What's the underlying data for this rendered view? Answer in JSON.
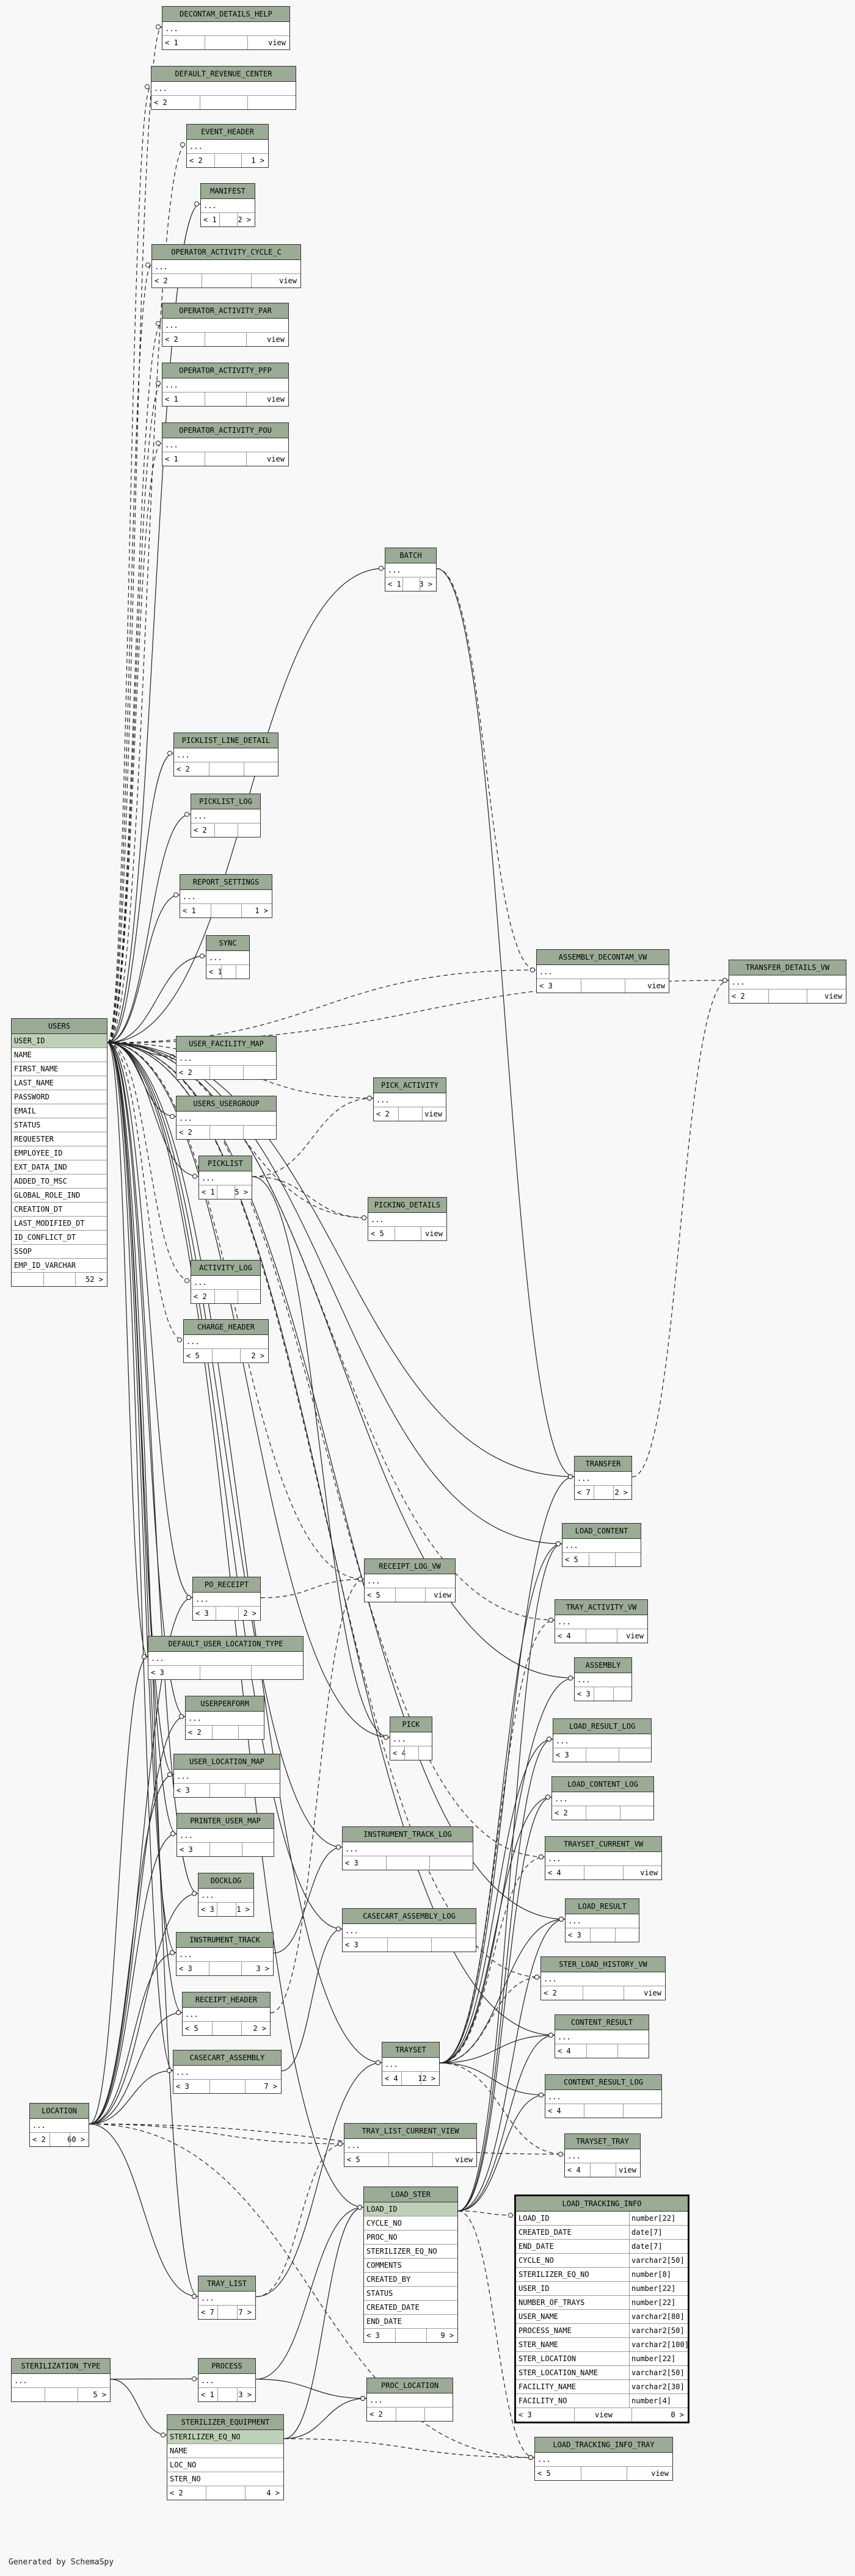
{
  "footer": "Generated by SchemaSpy",
  "tables": [
    {
      "id": "DECONTAM_DETAILS_HELP",
      "name": "DECONTAM_DETAILS_HELP",
      "rows": [
        "..."
      ],
      "left": "< 1",
      "right": "view"
    },
    {
      "id": "DEFAULT_REVENUE_CENTER",
      "name": "DEFAULT_REVENUE_CENTER",
      "rows": [
        "..."
      ],
      "left": "< 2",
      "right": ""
    },
    {
      "id": "EVENT_HEADER",
      "name": "EVENT_HEADER",
      "rows": [
        "..."
      ],
      "left": "< 2",
      "right": "1 >"
    },
    {
      "id": "MANIFEST",
      "name": "MANIFEST",
      "rows": [
        "..."
      ],
      "left": "< 1",
      "right": "2 >"
    },
    {
      "id": "OPERATOR_ACTIVITY_CYCLE_C",
      "name": "OPERATOR_ACTIVITY_CYCLE_C",
      "rows": [
        "..."
      ],
      "left": "< 2",
      "right": "view"
    },
    {
      "id": "OPERATOR_ACTIVITY_PAR",
      "name": "OPERATOR_ACTIVITY_PAR",
      "rows": [
        "..."
      ],
      "left": "< 2",
      "right": "view"
    },
    {
      "id": "OPERATOR_ACTIVITY_PFP",
      "name": "OPERATOR_ACTIVITY_PFP",
      "rows": [
        "..."
      ],
      "left": "< 1",
      "right": "view"
    },
    {
      "id": "OPERATOR_ACTIVITY_POU",
      "name": "OPERATOR_ACTIVITY_POU",
      "rows": [
        "..."
      ],
      "left": "< 1",
      "right": "view"
    },
    {
      "id": "BATCH",
      "name": "BATCH",
      "rows": [
        "..."
      ],
      "left": "< 1",
      "right": "3 >"
    },
    {
      "id": "PICKLIST_LINE_DETAIL",
      "name": "PICKLIST_LINE_DETAIL",
      "rows": [
        "..."
      ],
      "left": "< 2",
      "right": ""
    },
    {
      "id": "PICKLIST_LOG",
      "name": "PICKLIST_LOG",
      "rows": [
        "..."
      ],
      "left": "< 2",
      "right": ""
    },
    {
      "id": "REPORT_SETTINGS",
      "name": "REPORT_SETTINGS",
      "rows": [
        "..."
      ],
      "left": "< 1",
      "right": "1 >"
    },
    {
      "id": "SYNC",
      "name": "SYNC",
      "rows": [
        "..."
      ],
      "left": "< 1",
      "right": ""
    },
    {
      "id": "ASSEMBLY_DECONTAM_VW",
      "name": "ASSEMBLY_DECONTAM_VW",
      "rows": [
        "..."
      ],
      "left": "< 3",
      "right": "view"
    },
    {
      "id": "TRANSFER_DETAILS_VW",
      "name": "TRANSFER_DETAILS_VW",
      "rows": [
        "..."
      ],
      "left": "< 2",
      "right": "view"
    },
    {
      "id": "USERS",
      "name": "USERS",
      "pk": "USER_ID",
      "rows": [
        "NAME",
        "FIRST_NAME",
        "LAST_NAME",
        "PASSWORD",
        "EMAIL",
        "STATUS",
        "REQUESTER",
        "EMPLOYEE_ID",
        "EXT_DATA_IND",
        "ADDED_TO_MSC",
        "GLOBAL_ROLE_IND",
        "CREATION_DT",
        "LAST_MODIFIED_DT",
        "ID_CONFLICT_DT",
        "SSOP",
        "EMP_ID_VARCHAR"
      ],
      "left": "",
      "right": "52 >"
    },
    {
      "id": "USER_FACILITY_MAP",
      "name": "USER_FACILITY_MAP",
      "rows": [
        "..."
      ],
      "left": "< 2",
      "right": ""
    },
    {
      "id": "USERS_USERGROUP",
      "name": "USERS_USERGROUP",
      "rows": [
        "..."
      ],
      "left": "< 2",
      "right": ""
    },
    {
      "id": "PICK_ACTIVITY",
      "name": "PICK_ACTIVITY",
      "rows": [
        "..."
      ],
      "left": "< 2",
      "right": "view"
    },
    {
      "id": "PICKLIST",
      "name": "PICKLIST",
      "rows": [
        "..."
      ],
      "left": "< 1",
      "right": "5 >"
    },
    {
      "id": "PICKING_DETAILS",
      "name": "PICKING_DETAILS",
      "rows": [
        "..."
      ],
      "left": "< 5",
      "right": "view"
    },
    {
      "id": "ACTIVITY_LOG",
      "name": "ACTIVITY_LOG",
      "rows": [
        "..."
      ],
      "left": "< 2",
      "right": ""
    },
    {
      "id": "CHARGE_HEADER",
      "name": "CHARGE_HEADER",
      "rows": [
        "..."
      ],
      "left": "< 5",
      "right": "2 >"
    },
    {
      "id": "TRANSFER",
      "name": "TRANSFER",
      "rows": [
        "..."
      ],
      "left": "< 7",
      "right": "2 >"
    },
    {
      "id": "LOAD_CONTENT",
      "name": "LOAD_CONTENT",
      "rows": [
        "..."
      ],
      "left": "< 5",
      "right": ""
    },
    {
      "id": "RECEIPT_LOG_VW",
      "name": "RECEIPT_LOG_VW",
      "rows": [
        "..."
      ],
      "left": "< 5",
      "right": "view"
    },
    {
      "id": "TRAY_ACTIVITY_VW",
      "name": "TRAY_ACTIVITY_VW",
      "rows": [
        "..."
      ],
      "left": "< 4",
      "right": "view"
    },
    {
      "id": "PO_RECEIPT",
      "name": "PO_RECEIPT",
      "rows": [
        "..."
      ],
      "left": "< 3",
      "right": "2 >"
    },
    {
      "id": "ASSEMBLY",
      "name": "ASSEMBLY",
      "rows": [
        "..."
      ],
      "left": "< 3",
      "right": ""
    },
    {
      "id": "DEFAULT_USER_LOCATION_TYPE",
      "name": "DEFAULT_USER_LOCATION_TYPE",
      "rows": [
        "..."
      ],
      "left": "< 3",
      "right": ""
    },
    {
      "id": "LOAD_RESULT_LOG",
      "name": "LOAD_RESULT_LOG",
      "rows": [
        "..."
      ],
      "left": "< 3",
      "right": ""
    },
    {
      "id": "USERPERFORM",
      "name": "USERPERFORM",
      "rows": [
        "..."
      ],
      "left": "< 2",
      "right": ""
    },
    {
      "id": "PICK",
      "name": "PICK",
      "rows": [
        "..."
      ],
      "left": "< 4",
      "right": ""
    },
    {
      "id": "LOAD_CONTENT_LOG",
      "name": "LOAD_CONTENT_LOG",
      "rows": [
        "..."
      ],
      "left": "< 2",
      "right": ""
    },
    {
      "id": "USER_LOCATION_MAP",
      "name": "USER_LOCATION_MAP",
      "rows": [
        "..."
      ],
      "left": "< 3",
      "right": ""
    },
    {
      "id": "PRINTER_USER_MAP",
      "name": "PRINTER_USER_MAP",
      "rows": [
        "..."
      ],
      "left": "< 3",
      "right": ""
    },
    {
      "id": "INSTRUMENT_TRACK_LOG",
      "name": "INSTRUMENT_TRACK_LOG",
      "rows": [
        "..."
      ],
      "left": "< 3",
      "right": ""
    },
    {
      "id": "TRAYSET_CURRENT_VW",
      "name": "TRAYSET_CURRENT_VW",
      "rows": [
        "..."
      ],
      "left": "< 4",
      "right": "view"
    },
    {
      "id": "DOCKLOG",
      "name": "DOCKLOG",
      "rows": [
        "..."
      ],
      "left": "< 3",
      "right": "1 >"
    },
    {
      "id": "LOAD_RESULT",
      "name": "LOAD_RESULT",
      "rows": [
        "..."
      ],
      "left": "< 3",
      "right": ""
    },
    {
      "id": "CASECART_ASSEMBLY_LOG",
      "name": "CASECART_ASSEMBLY_LOG",
      "rows": [
        "..."
      ],
      "left": "< 3",
      "right": ""
    },
    {
      "id": "INSTRUMENT_TRACK",
      "name": "INSTRUMENT_TRACK",
      "rows": [
        "..."
      ],
      "left": "< 3",
      "right": "3 >"
    },
    {
      "id": "STER_LOAD_HISTORY_VW",
      "name": "STER_LOAD_HISTORY_VW",
      "rows": [
        "..."
      ],
      "left": "< 2",
      "right": "view"
    },
    {
      "id": "RECEIPT_HEADER",
      "name": "RECEIPT_HEADER",
      "rows": [
        "..."
      ],
      "left": "< 5",
      "right": "2 >"
    },
    {
      "id": "CONTENT_RESULT",
      "name": "CONTENT_RESULT",
      "rows": [
        "..."
      ],
      "left": "< 4",
      "right": ""
    },
    {
      "id": "CASECART_ASSEMBLY",
      "name": "CASECART_ASSEMBLY",
      "rows": [
        "..."
      ],
      "left": "< 3",
      "right": "7 >"
    },
    {
      "id": "TRAYSET",
      "name": "TRAYSET",
      "rows": [
        "..."
      ],
      "left": "< 4",
      "right": "12 >"
    },
    {
      "id": "CONTENT_RESULT_LOG",
      "name": "CONTENT_RESULT_LOG",
      "rows": [
        "..."
      ],
      "left": "< 4",
      "right": ""
    },
    {
      "id": "LOCATION",
      "name": "LOCATION",
      "rows": [
        "..."
      ],
      "left": "< 2",
      "right": "60 >"
    },
    {
      "id": "TRAY_LIST_CURRENT_VIEW",
      "name": "TRAY_LIST_CURRENT_VIEW",
      "rows": [
        "..."
      ],
      "left": "< 5",
      "right": "view"
    },
    {
      "id": "TRAYSET_TRAY",
      "name": "TRAYSET_TRAY",
      "rows": [
        "..."
      ],
      "left": "< 4",
      "right": "view"
    },
    {
      "id": "LOAD_STER",
      "name": "LOAD_STER",
      "pk": "LOAD_ID",
      "rows": [
        "CYCLE_NO",
        "PROC_NO",
        "STERILIZER_EQ_NO",
        "COMMENTS",
        "CREATED_BY",
        "STATUS",
        "CREATED_DATE",
        "END_DATE"
      ],
      "left": "< 3",
      "right": "9 >"
    },
    {
      "id": "LOAD_TRACKING_INFO",
      "name": "LOAD_TRACKING_INFO",
      "bold": true,
      "cols": [
        [
          "LOAD_ID",
          "number[22]"
        ],
        [
          "CREATED_DATE",
          "date[7]"
        ],
        [
          "END_DATE",
          "date[7]"
        ],
        [
          "CYCLE_NO",
          "varchar2[50]"
        ],
        [
          "STERILIZER_EQ_NO",
          "number[8]"
        ],
        [
          "USER_ID",
          "number[22]"
        ],
        [
          "NUMBER_OF_TRAYS",
          "number[22]"
        ],
        [
          "USER_NAME",
          "varchar2[80]"
        ],
        [
          "PROCESS_NAME",
          "varchar2[50]"
        ],
        [
          "STER_NAME",
          "varchar2[100]"
        ],
        [
          "STER_LOCATION",
          "number[22]"
        ],
        [
          "STER_LOCATION_NAME",
          "varchar2[50]"
        ],
        [
          "FACILITY_NAME",
          "varchar2[30]"
        ],
        [
          "FACILITY_NO",
          "number[4]"
        ]
      ],
      "left": "< 3",
      "mid": "view",
      "right": "0 >"
    },
    {
      "id": "TRAY_LIST",
      "name": "TRAY_LIST",
      "rows": [
        "..."
      ],
      "left": "< 7",
      "right": "7 >"
    },
    {
      "id": "STERILIZATION_TYPE",
      "name": "STERILIZATION_TYPE",
      "rows": [
        "..."
      ],
      "left": "",
      "right": "5 >"
    },
    {
      "id": "PROCESS",
      "name": "PROCESS",
      "rows": [
        "..."
      ],
      "left": "< 1",
      "right": "3 >"
    },
    {
      "id": "PROC_LOCATION",
      "name": "PROC_LOCATION",
      "rows": [
        "..."
      ],
      "left": "< 2",
      "right": ""
    },
    {
      "id": "STERILIZER_EQUIPMENT",
      "name": "STERILIZER_EQUIPMENT",
      "pk": "STERILIZER_EQ_NO",
      "rows": [
        "NAME",
        "LOC_NO",
        "STER_NO"
      ],
      "left": "< 2",
      "right": "4 >"
    },
    {
      "id": "LOAD_TRACKING_INFO_TRAY",
      "name": "LOAD_TRACKING_INFO_TRAY",
      "rows": [
        "..."
      ],
      "left": "< 5",
      "right": "view"
    }
  ]
}
